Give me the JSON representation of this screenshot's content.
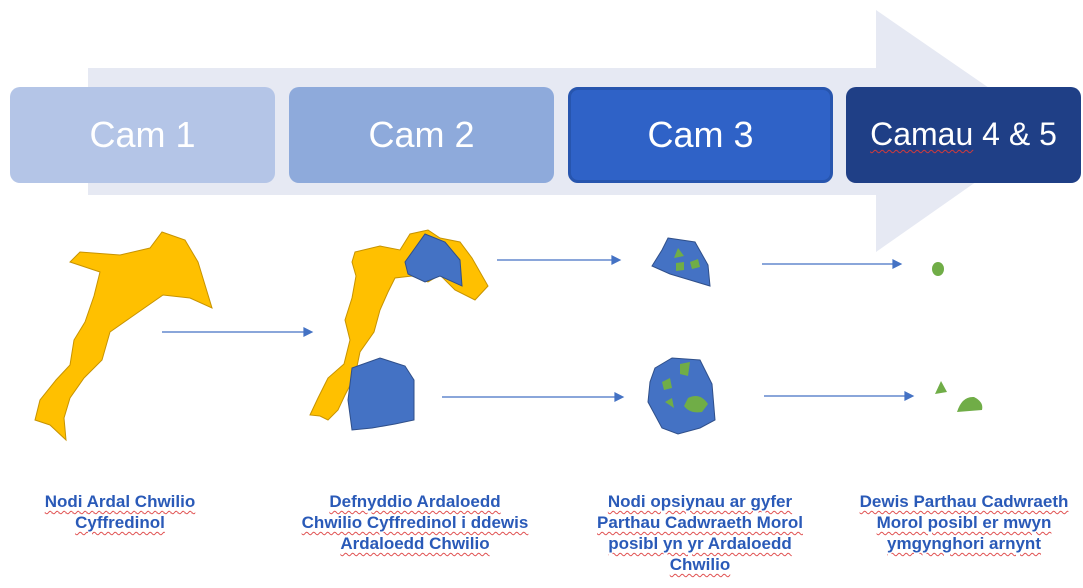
{
  "steps": [
    {
      "label": "Cam 1"
    },
    {
      "label": "Cam 2"
    },
    {
      "label": "Cam 3"
    },
    {
      "label_part1": "Camau",
      "label_part2": " 4 & 5"
    }
  ],
  "captions": [
    "Nodi Ardal Chwilio Cyffredinol",
    "Defnyddio Ardaloedd Chwilio Cyffredinol i ddewis Ardaloedd Chwilio",
    "Nodi opsiynau ar gyfer Parthau Cadwraeth Morol posibl yn yr Ardaloedd Chwilio",
    "Dewis Parthau Cadwraeth Morol posibl er mwyn ymgynghori arnynt"
  ],
  "colors": {
    "background_arrow": "#e6e9f3",
    "search_area": "#ffc000",
    "selected_area": "#4472c4",
    "candidate_zone": "#70ad47",
    "connector": "#4472c4",
    "caption_text": "#2a5ab8"
  }
}
